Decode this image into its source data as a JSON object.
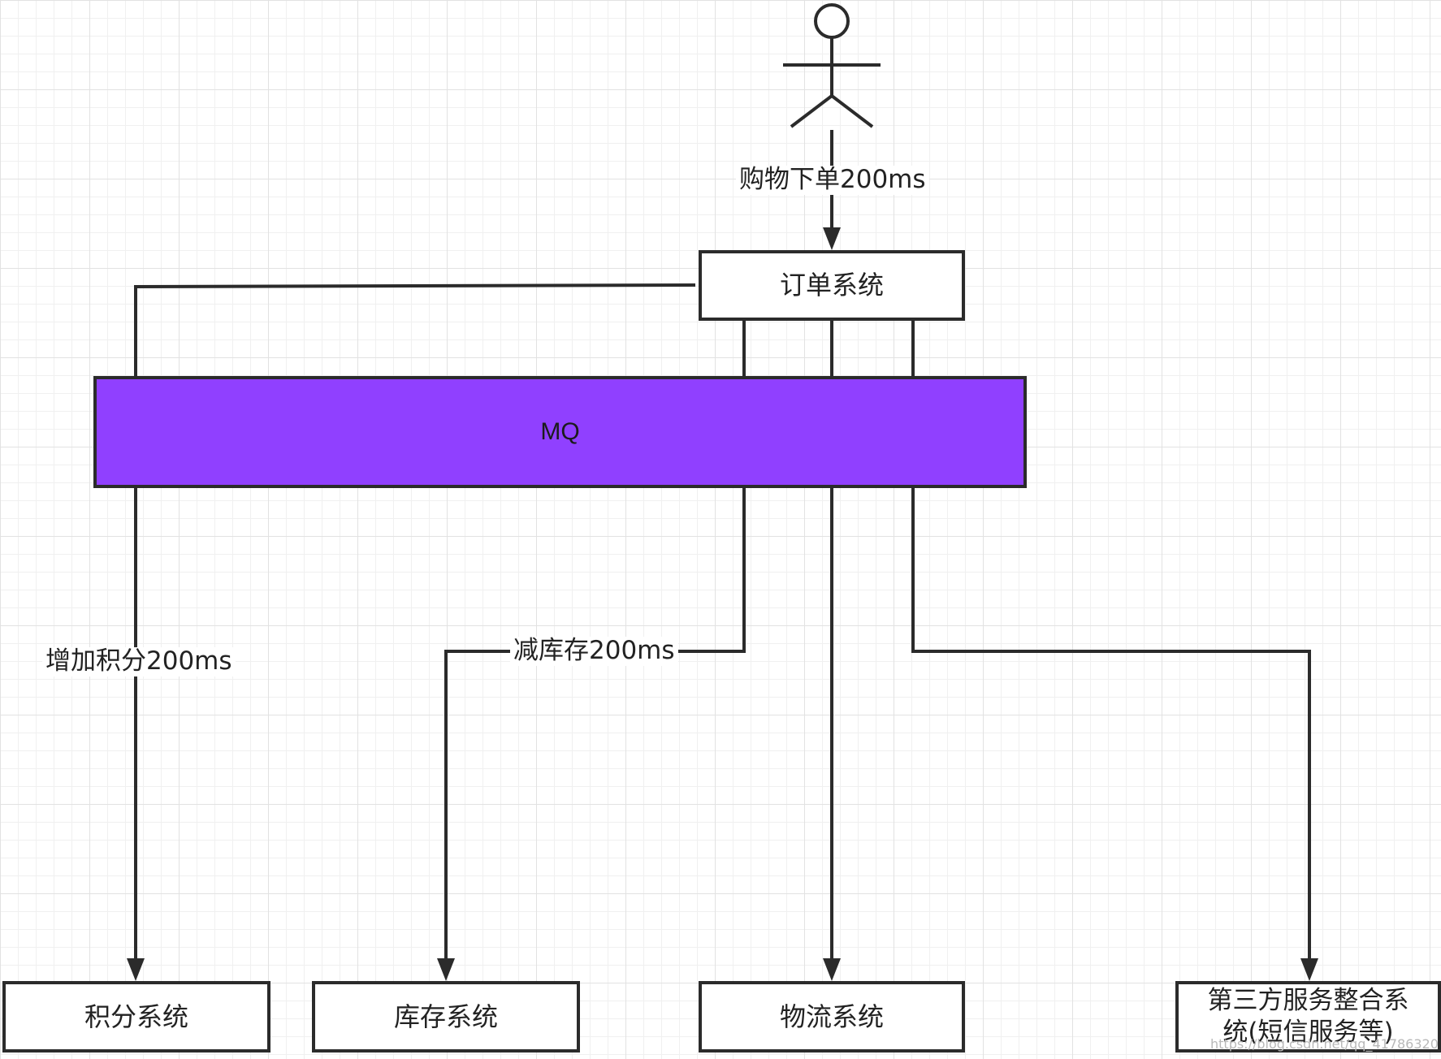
{
  "colors": {
    "mq_fill": "#9040ff",
    "line": "#2b2b2b"
  },
  "actor": {
    "icon": "stick-figure-icon"
  },
  "edges": {
    "order_label": "购物下单200ms",
    "points_label": "增加积分200ms",
    "inventory_label": "减库存200ms"
  },
  "nodes": {
    "order_system": "订单系统",
    "mq": "MQ",
    "points_system": "积分系统",
    "inventory_system": "库存系统",
    "logistics_system": "物流系统",
    "third_party_line1": "第三方服务整合系",
    "third_party_line2": "统(短信服务等)"
  },
  "watermark": "https://blog.csdn.net/qq_41786320"
}
